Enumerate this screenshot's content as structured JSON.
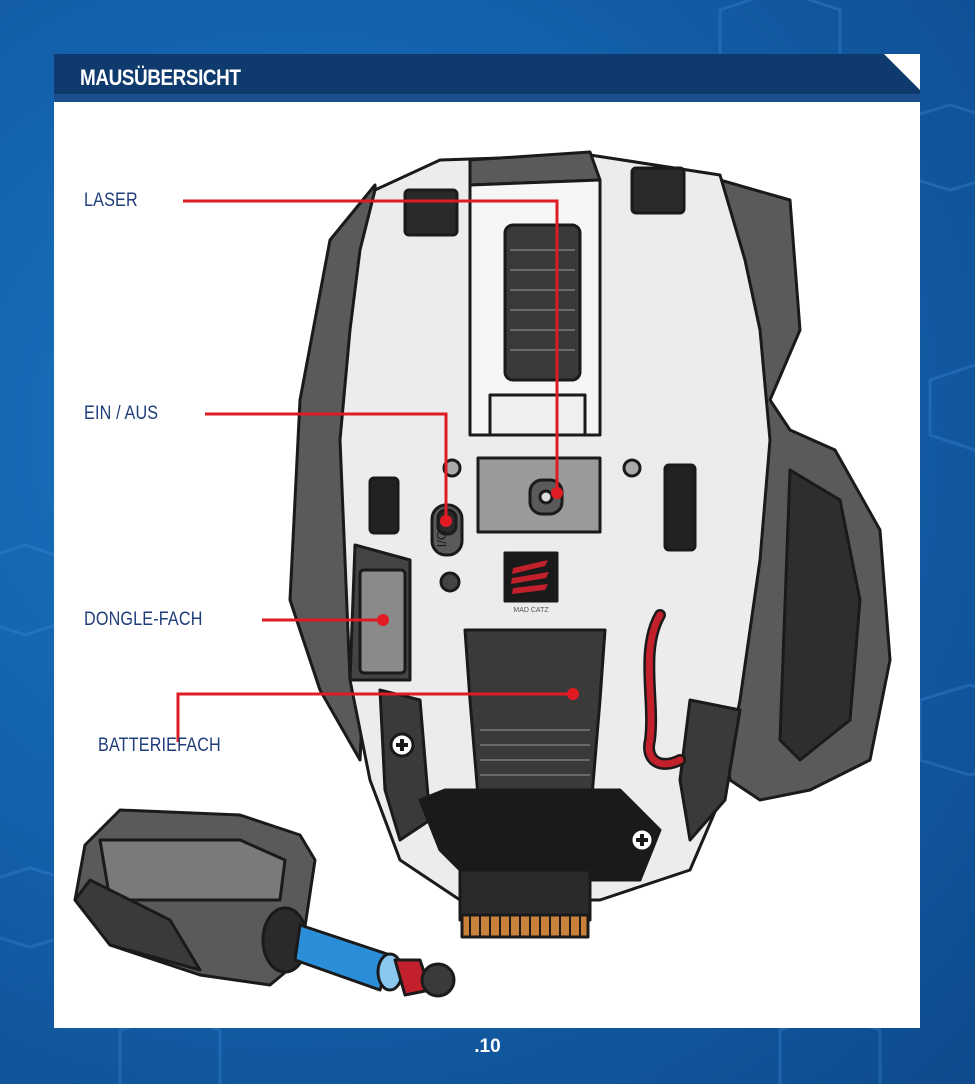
{
  "header": {
    "title": "MAUSÜBERSICHT"
  },
  "callouts": {
    "laser": "LASER",
    "power": "EIN / AUS",
    "dongle": "DONGLE-FACH",
    "battery": "BATTERIEFACH"
  },
  "device": {
    "power_switch_label": "O/I",
    "brand": "MAD CATZ"
  },
  "footer": {
    "page_number": ".10"
  },
  "colors": {
    "background": "#1462ad",
    "header_bar": "#0e3a6e",
    "callout_text": "#1f3d7a",
    "leader_line": "#e01b24"
  }
}
